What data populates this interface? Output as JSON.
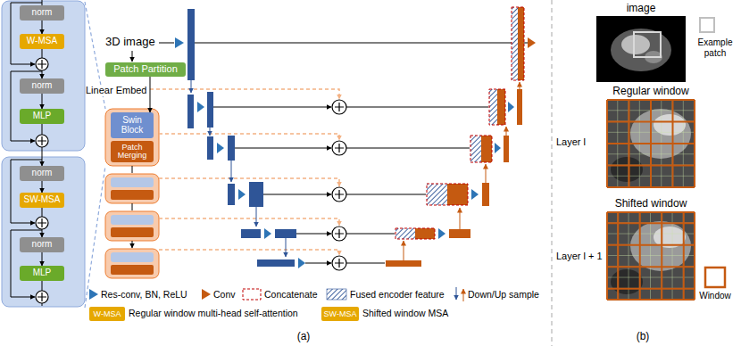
{
  "diagram": {
    "nodes": [
      {
        "text": [
          "norm"
        ]
      },
      {
        "text": [
          "W-MSA"
        ]
      },
      {
        "text": [
          "norm"
        ]
      },
      {
        "text": [
          "MLP"
        ]
      },
      {
        "text": [
          "norm"
        ]
      },
      {
        "text": [
          "SW-MSA"
        ]
      },
      {
        "text": [
          "norm"
        ]
      },
      {
        "text": [
          "MLP"
        ]
      },
      {
        "text": [
          "Patch Partition"
        ]
      },
      {
        "text": [
          "Swin Block"
        ]
      },
      {
        "text": [
          "Patch Merging"
        ]
      }
    ],
    "edges": [
      {
        "from": 0,
        "to": 1,
        "arrow": "to"
      },
      {
        "from": 1,
        "to": 2,
        "arrow": "to"
      },
      {
        "from": 2,
        "to": 3,
        "arrow": "to"
      },
      {
        "from": 3,
        "to": 4,
        "arrow": "to"
      },
      {
        "from": 4,
        "to": 5,
        "arrow": "to"
      },
      {
        "from": 5,
        "to": 6,
        "arrow": "to"
      },
      {
        "from": 6,
        "to": 7,
        "arrow": "to"
      },
      {
        "from": 8,
        "to": 9,
        "label": "Linear Embed",
        "arrow": "to"
      }
    ],
    "labels": [
      "3D image",
      "W-MSA",
      "SW-MSA",
      "image",
      "Regular window",
      "Layer l",
      "Shifted window",
      "Layer l + 1",
      "(a)",
      "(b)"
    ],
    "legend": [
      {
        "text": "Res-conv, BN, ReLU"
      },
      {
        "text": "Conv"
      },
      {
        "text": "Concatenate"
      },
      {
        "text": "Fused encoder feature"
      },
      {
        "text": "Down/Up sample"
      },
      {
        "text": "Regular window multi-head self-attention",
        "color": "#e6a800"
      },
      {
        "text": "Shifted window MSA",
        "color": "#e6a800"
      },
      {
        "text": "Example patch"
      },
      {
        "text": "Window"
      }
    ]
  }
}
